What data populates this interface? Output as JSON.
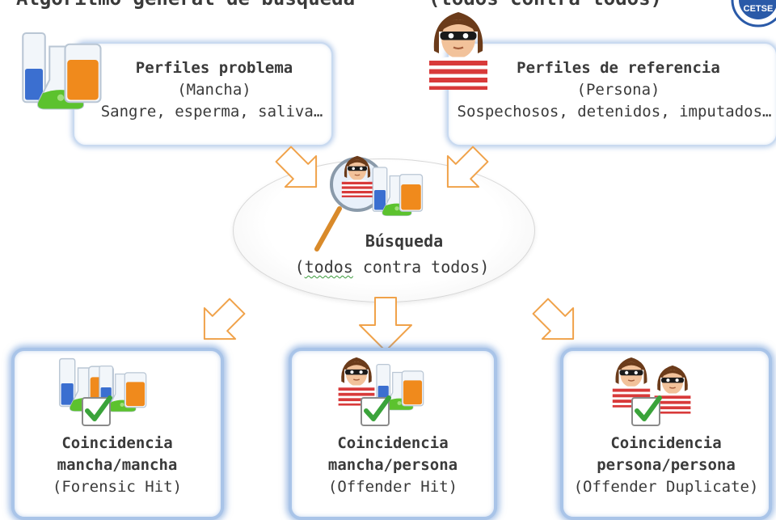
{
  "header": {
    "title_fragment_left": "Algoritmo general de búsqueda",
    "title_fragment_right": "(todos contra todos)",
    "logo_text": "CETSE"
  },
  "top_left": {
    "title": "Perfiles problema",
    "subtitle": "(Mancha)",
    "detail": "Sangre, esperma, saliva…",
    "icon": "lab-beakers-icon"
  },
  "top_right": {
    "title": "Perfiles de referencia",
    "subtitle": "(Persona)",
    "detail": "Sospechosos, detenidos, imputados…",
    "icon": "masked-person-icon"
  },
  "center": {
    "title": "Búsqueda",
    "subtitle_word": "todos",
    "subtitle_rest": " contra todos)",
    "subtitle_open": "(",
    "icon": "magnifier-search-icon"
  },
  "results": [
    {
      "line1": "Coincidencia",
      "line2": "mancha/mancha",
      "line3": "(Forensic Hit)",
      "icon": "beakers-check-icon"
    },
    {
      "line1": "Coincidencia",
      "line2": "mancha/persona",
      "line3": "(Offender Hit)",
      "icon": "person-beaker-check-icon"
    },
    {
      "line1": "Coincidencia",
      "line2": "persona/persona",
      "line3": "(Offender Duplicate)",
      "icon": "two-persons-check-icon"
    }
  ],
  "colors": {
    "arrow_stroke": "#f0a24a",
    "box_border": "#9fbfe8",
    "stripe_red": "#d83a3a",
    "liquid_orange": "#f08a1c",
    "liquid_green": "#5cc22e",
    "liquid_blue": "#3b6fd0",
    "check_green": "#3aa33a"
  }
}
